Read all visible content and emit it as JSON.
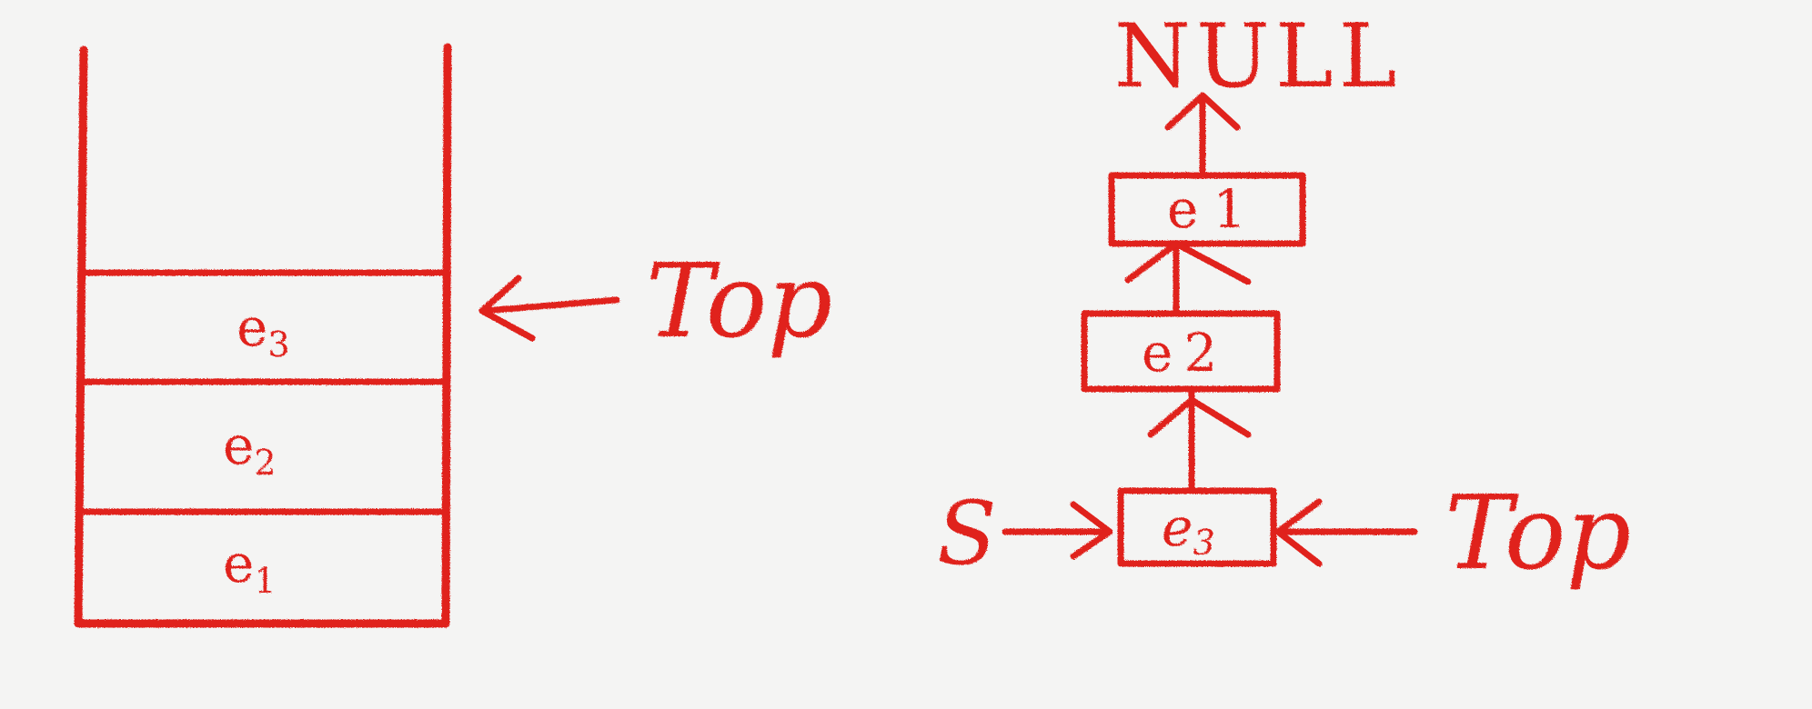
{
  "stack_array": {
    "cells": [
      {
        "base": "e",
        "sub": "3"
      },
      {
        "base": "e",
        "sub": "2"
      },
      {
        "base": "e",
        "sub": "1"
      }
    ],
    "pointer_label": "Top"
  },
  "linked_stack": {
    "nodes": [
      {
        "base": "e",
        "sub": "1"
      },
      {
        "base": "e",
        "sub": "2"
      },
      {
        "base": "e",
        "sub": "3"
      }
    ],
    "terminator": "NULL",
    "head_label": "S",
    "pointer_label": "Top"
  },
  "colors": {
    "ink": "#e0201c",
    "paper": "#f4f4f3"
  }
}
